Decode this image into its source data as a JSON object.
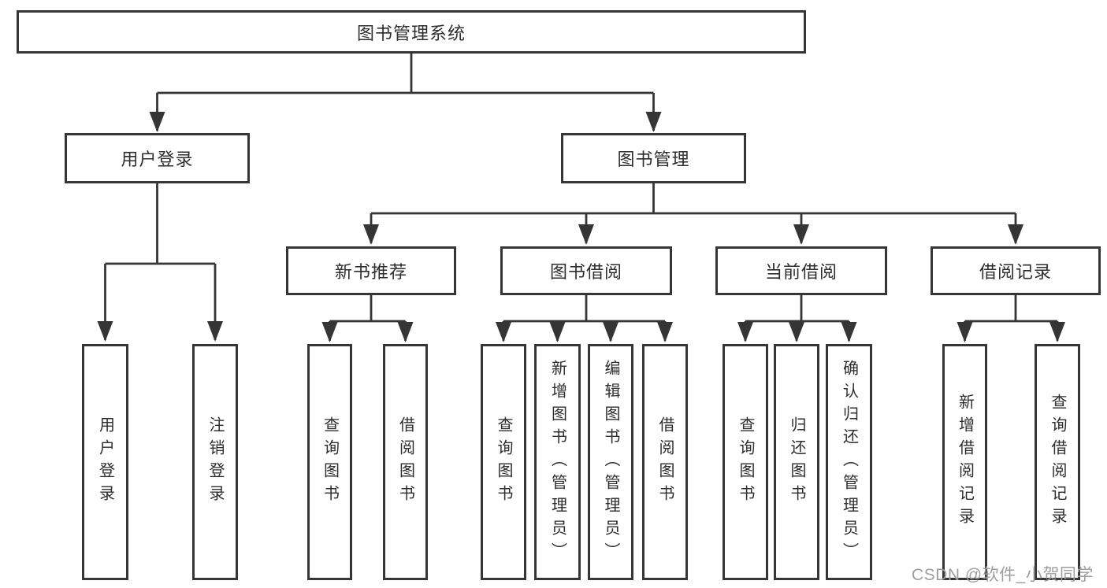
{
  "colors": {
    "line": "#353535",
    "box_border": "#363636",
    "text": "#2d2d2d",
    "watermark": "#9e9e9e",
    "background": "#ffffff"
  },
  "tree": {
    "root": {
      "label": "图书管理系统",
      "children": [
        {
          "label": "用户登录",
          "children": [
            {
              "label": "用户登录"
            },
            {
              "label": "注销登录"
            }
          ]
        },
        {
          "label": "图书管理",
          "children": [
            {
              "label": "新书推荐",
              "children": [
                {
                  "label": "查询图书"
                },
                {
                  "label": "借阅图书"
                }
              ]
            },
            {
              "label": "图书借阅",
              "children": [
                {
                  "label": "查询图书"
                },
                {
                  "label": "新增图书（管理员）"
                },
                {
                  "label": "编辑图书（管理员）"
                },
                {
                  "label": "借阅图书"
                }
              ]
            },
            {
              "label": "当前借阅",
              "children": [
                {
                  "label": "查询图书"
                },
                {
                  "label": "归还图书"
                },
                {
                  "label": "确认归还（管理员）"
                }
              ]
            },
            {
              "label": "借阅记录",
              "children": [
                {
                  "label": "新增借阅记录"
                },
                {
                  "label": "查询借阅记录"
                }
              ]
            }
          ]
        }
      ]
    }
  },
  "watermark": {
    "text": "CSDN @软件_小贺同学"
  }
}
